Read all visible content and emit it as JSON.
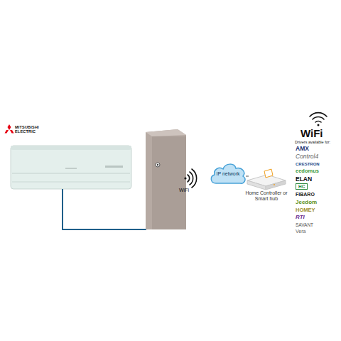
{
  "diagram": {
    "nodes": [
      {
        "text": [
          "IP network"
        ]
      },
      {
        "text": [
          "Home Controller or Smart hub"
        ]
      }
    ],
    "edges": [
      {
        "from": 0,
        "to": 1,
        "arrow": "none"
      }
    ],
    "labels": [
      "MITSUBISHI ELECTRIC",
      "WiFi",
      "WiFi",
      "Drivers available for:",
      "AMX",
      "Control4",
      "CRESTRON",
      "eedomus",
      "ELAN",
      "HC",
      "FIBARO",
      "Jeedom",
      "HOMEY",
      "RTI",
      "SAVANT",
      "Vera"
    ]
  }
}
